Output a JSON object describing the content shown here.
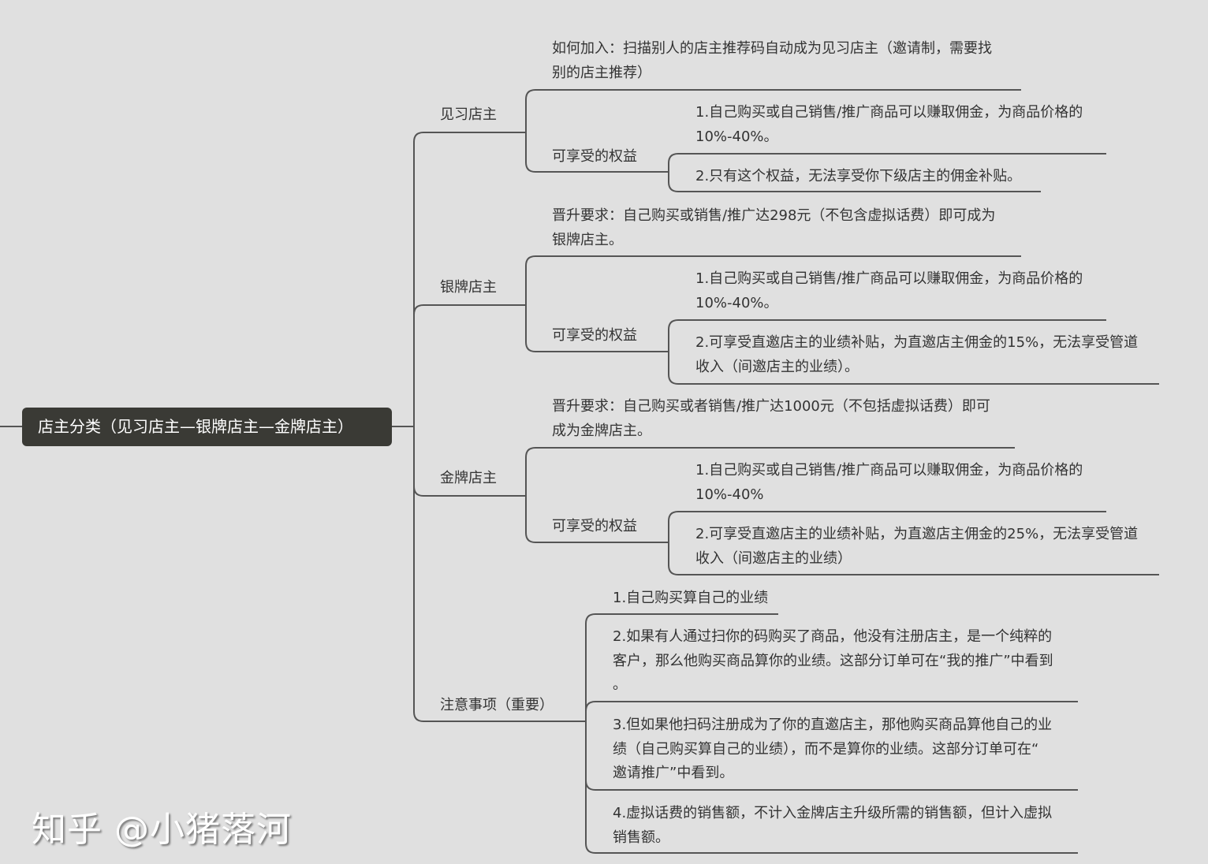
{
  "root": "店主分类（见习店主—银牌店主—金牌店主）",
  "branches": [
    {
      "label": "见习店主",
      "join": [
        "如何加入：扫描别人的店主推荐码自动成为见习店主（邀请制，需要找",
        "别的店主推荐）"
      ],
      "benefits_label": "可享受的权益",
      "benefits": [
        [
          "1.自己购买或自己销售/推广商品可以赚取佣金，为商品价格的",
          "10%-40%。"
        ],
        [
          "2.只有这个权益，无法享受你下级店主的佣金补贴。"
        ]
      ]
    },
    {
      "label": "银牌店主",
      "join": [
        "晋升要求：自己购买或销售/推广达298元（不包含虚拟话费）即可成为",
        "银牌店主。"
      ],
      "benefits_label": "可享受的权益",
      "benefits": [
        [
          "1.自己购买或自己销售/推广商品可以赚取佣金，为商品价格的",
          "10%-40%。"
        ],
        [
          "2.可享受直邀店主的业绩补贴，为直邀店主佣金的15%，无法享受管道",
          "收入（间邀店主的业绩）。"
        ]
      ]
    },
    {
      "label": "金牌店主",
      "join": [
        "晋升要求：自己购买或者销售/推广达1000元（不包括虚拟话费）即可",
        "成为金牌店主。"
      ],
      "benefits_label": "可享受的权益",
      "benefits": [
        [
          "1.自己购买或自己销售/推广商品可以赚取佣金，为商品价格的",
          "10%-40%"
        ],
        [
          "2.可享受直邀店主的业绩补贴，为直邀店主佣金的25%，无法享受管道",
          "收入（间邀店主的业绩）"
        ]
      ]
    }
  ],
  "notes": {
    "label": "注意事项（重要）",
    "items": [
      [
        "1.自己购买算自己的业绩"
      ],
      [
        "2.如果有人通过扫你的码购买了商品，他没有注册店主，是一个纯粹的",
        "客户，那么他购买商品算你的业绩。这部分订单可在“我的推广”中看到",
        "。"
      ],
      [
        "3.但如果他扫码注册成为了你的直邀店主，那他购买商品算他自己的业",
        "绩（自己购买算自己的业绩），而不是算你的业绩。这部分订单可在“",
        "邀请推广”中看到。"
      ],
      [
        "4.虚拟话费的销售额，不计入金牌店主升级所需的销售额，但计入虚拟",
        "销售额。"
      ]
    ]
  },
  "watermark": "知乎 @小猪落河",
  "colors": {
    "background": "#e0e0e0",
    "line": "#555555",
    "root_bg": "#3a3a35",
    "text": "#333333"
  }
}
